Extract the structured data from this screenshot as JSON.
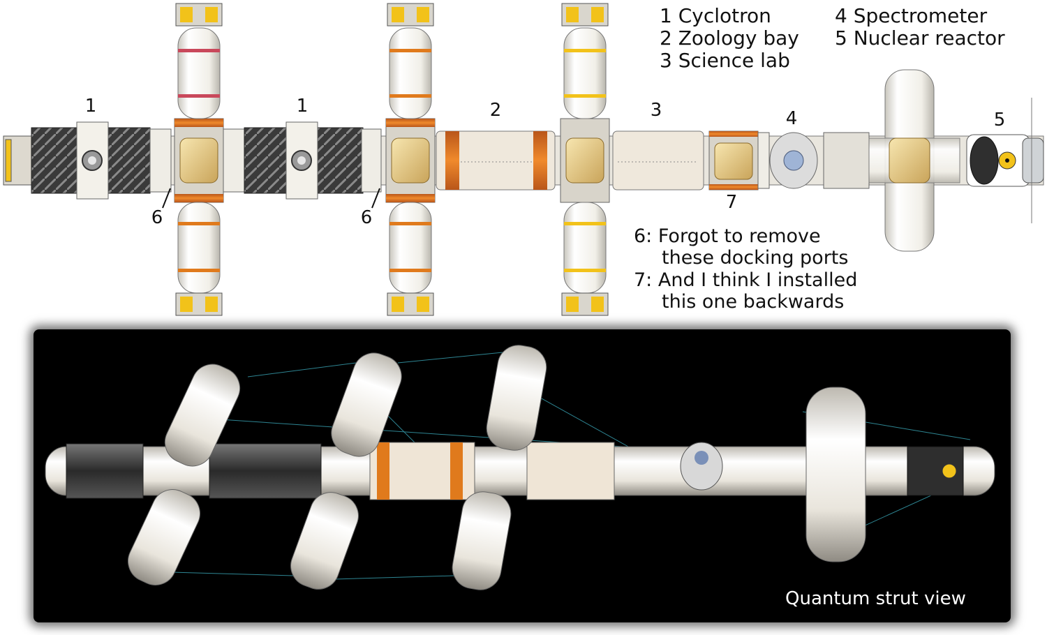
{
  "legend": {
    "item1": "1 Cyclotron",
    "item2": "2 Zoology bay",
    "item3": "3 Science lab",
    "item4": "4 Spectrometer",
    "item5": "5 Nuclear reactor"
  },
  "part_labels": {
    "cyclotron_a": "1",
    "cyclotron_b": "1",
    "zoology_bay": "2",
    "science_lab": "3",
    "spectrometer": "4",
    "nuclear_reactor": "5",
    "docking_port_a": "6",
    "docking_port_b": "6",
    "backwards_module": "7"
  },
  "notes": {
    "note6_line1": "6: Forgot to remove",
    "note6_line2": "these docking ports",
    "note7_line1": "7: And I think I installed",
    "note7_line2": "this one backwards"
  },
  "bottom_caption": "Quantum strut view",
  "colors": {
    "band_orange": "#e07a1c",
    "band_red": "#c9485b",
    "band_yellow": "#f2c21a",
    "module_white": "#f3f1ea",
    "coil_dark": "#3a3a3a",
    "strut_cyan": "#3aa7b8",
    "panel_black": "#000000"
  }
}
